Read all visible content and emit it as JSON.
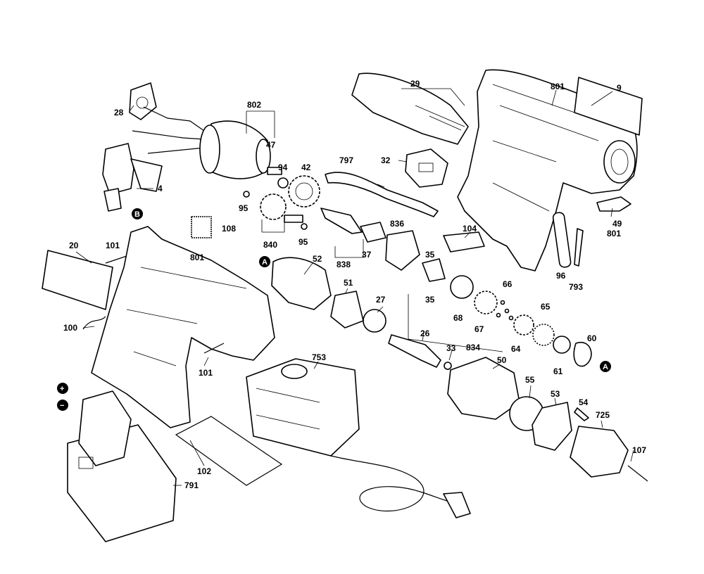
{
  "callouts": {
    "p28": "28",
    "p802": "802",
    "p47": "47",
    "p4": "4",
    "pB": "B",
    "p94": "94",
    "p42": "42",
    "p95a": "95",
    "p95b": "95",
    "p840": "840",
    "p108": "108",
    "p29": "29",
    "p801a": "801",
    "p9": "9",
    "p32": "32",
    "p797": "797",
    "p49": "49",
    "p801b": "801",
    "p104": "104",
    "p836": "836",
    "p37": "37",
    "p838": "838",
    "p35a": "35",
    "p35b": "35",
    "p96": "96",
    "p793": "793",
    "p20": "20",
    "p101a": "101",
    "p801c": "801",
    "pA1": "A",
    "p52": "52",
    "p51": "51",
    "p27": "27",
    "p66": "66",
    "p65": "65",
    "p68": "68",
    "p67": "67",
    "p60": "60",
    "p100": "100",
    "p101b": "101",
    "p26": "26",
    "p33": "33",
    "p834": "834",
    "p64": "64",
    "p61": "61",
    "pA2": "A",
    "p753": "753",
    "p50": "50",
    "pPlus": "+",
    "pMinus": "−",
    "p55": "55",
    "p53": "53",
    "p54": "54",
    "p725": "725",
    "p102": "102",
    "p107": "107",
    "p791": "791"
  }
}
